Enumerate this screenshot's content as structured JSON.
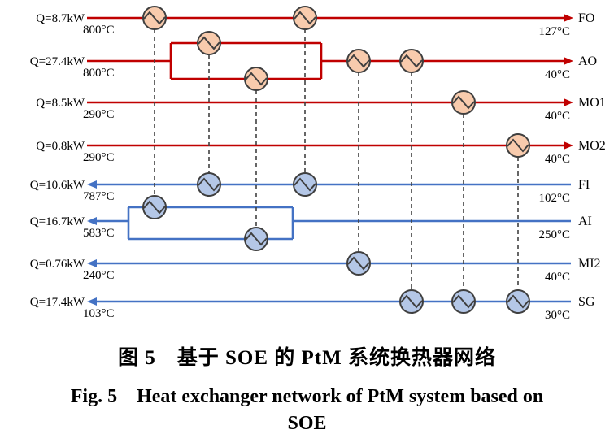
{
  "caption": {
    "zh": "图 5　基于 SOE 的 PtM 系统换热器网络",
    "en_line1": "Fig. 5　Heat exchanger network of PtM system based on",
    "en_line2": "SOE"
  },
  "colors": {
    "hot_line": "#c00000",
    "cold_line": "#4472c4",
    "hot_exchanger_fill": "#f8cbad",
    "cold_exchanger_fill": "#b4c7e7",
    "exchanger_stroke": "#3f3f3f",
    "connector": "#404040",
    "text": "#000000"
  },
  "diagram": {
    "hot_streams": [
      {
        "id": "FO",
        "q_label": "Q=8.7kW",
        "left_temp": "800°C",
        "right_temp": "127°C",
        "name": "FO",
        "split": false
      },
      {
        "id": "AO",
        "q_label": "Q=27.4kW",
        "left_temp": "800°C",
        "right_temp": "40°C",
        "name": "AO",
        "split": true
      },
      {
        "id": "MO1",
        "q_label": "Q=8.5kW",
        "left_temp": "290°C",
        "right_temp": "40°C",
        "name": "MO1",
        "split": false
      },
      {
        "id": "MO2",
        "q_label": "Q=0.8kW",
        "left_temp": "290°C",
        "right_temp": "40°C",
        "name": "MO2",
        "split": false
      }
    ],
    "cold_streams": [
      {
        "id": "FI",
        "q_label": "Q=10.6kW",
        "left_temp": "787°C",
        "right_temp": "102°C",
        "name": "FI",
        "split": false
      },
      {
        "id": "AI",
        "q_label": "Q=16.7kW",
        "left_temp": "583°C",
        "right_temp": "250°C",
        "name": "AI",
        "split": true
      },
      {
        "id": "MI2",
        "q_label": "Q=0.76kW",
        "left_temp": "240°C",
        "right_temp": "40°C",
        "name": "MI2",
        "split": false
      },
      {
        "id": "SG",
        "q_label": "Q=17.4kW",
        "left_temp": "103°C",
        "right_temp": "30°C",
        "name": "SG",
        "split": false
      }
    ],
    "matches": [
      {
        "hot": "FO",
        "hot_branch": "main",
        "cold": "AI",
        "cold_branch": "upper"
      },
      {
        "hot": "AO",
        "hot_branch": "upper",
        "cold": "FI",
        "cold_branch": "main"
      },
      {
        "hot": "AO",
        "hot_branch": "lower",
        "cold": "AI",
        "cold_branch": "lower"
      },
      {
        "hot": "FO",
        "hot_branch": "main",
        "cold": "FI",
        "cold_branch": "main"
      },
      {
        "hot": "AO",
        "hot_branch": "main",
        "cold": "MI2",
        "cold_branch": "main"
      },
      {
        "hot": "AO",
        "hot_branch": "main",
        "cold": "SG",
        "cold_branch": "main"
      },
      {
        "hot": "MO1",
        "hot_branch": "main",
        "cold": "SG",
        "cold_branch": "main"
      },
      {
        "hot": "MO2",
        "hot_branch": "main",
        "cold": "SG",
        "cold_branch": "main"
      }
    ]
  }
}
